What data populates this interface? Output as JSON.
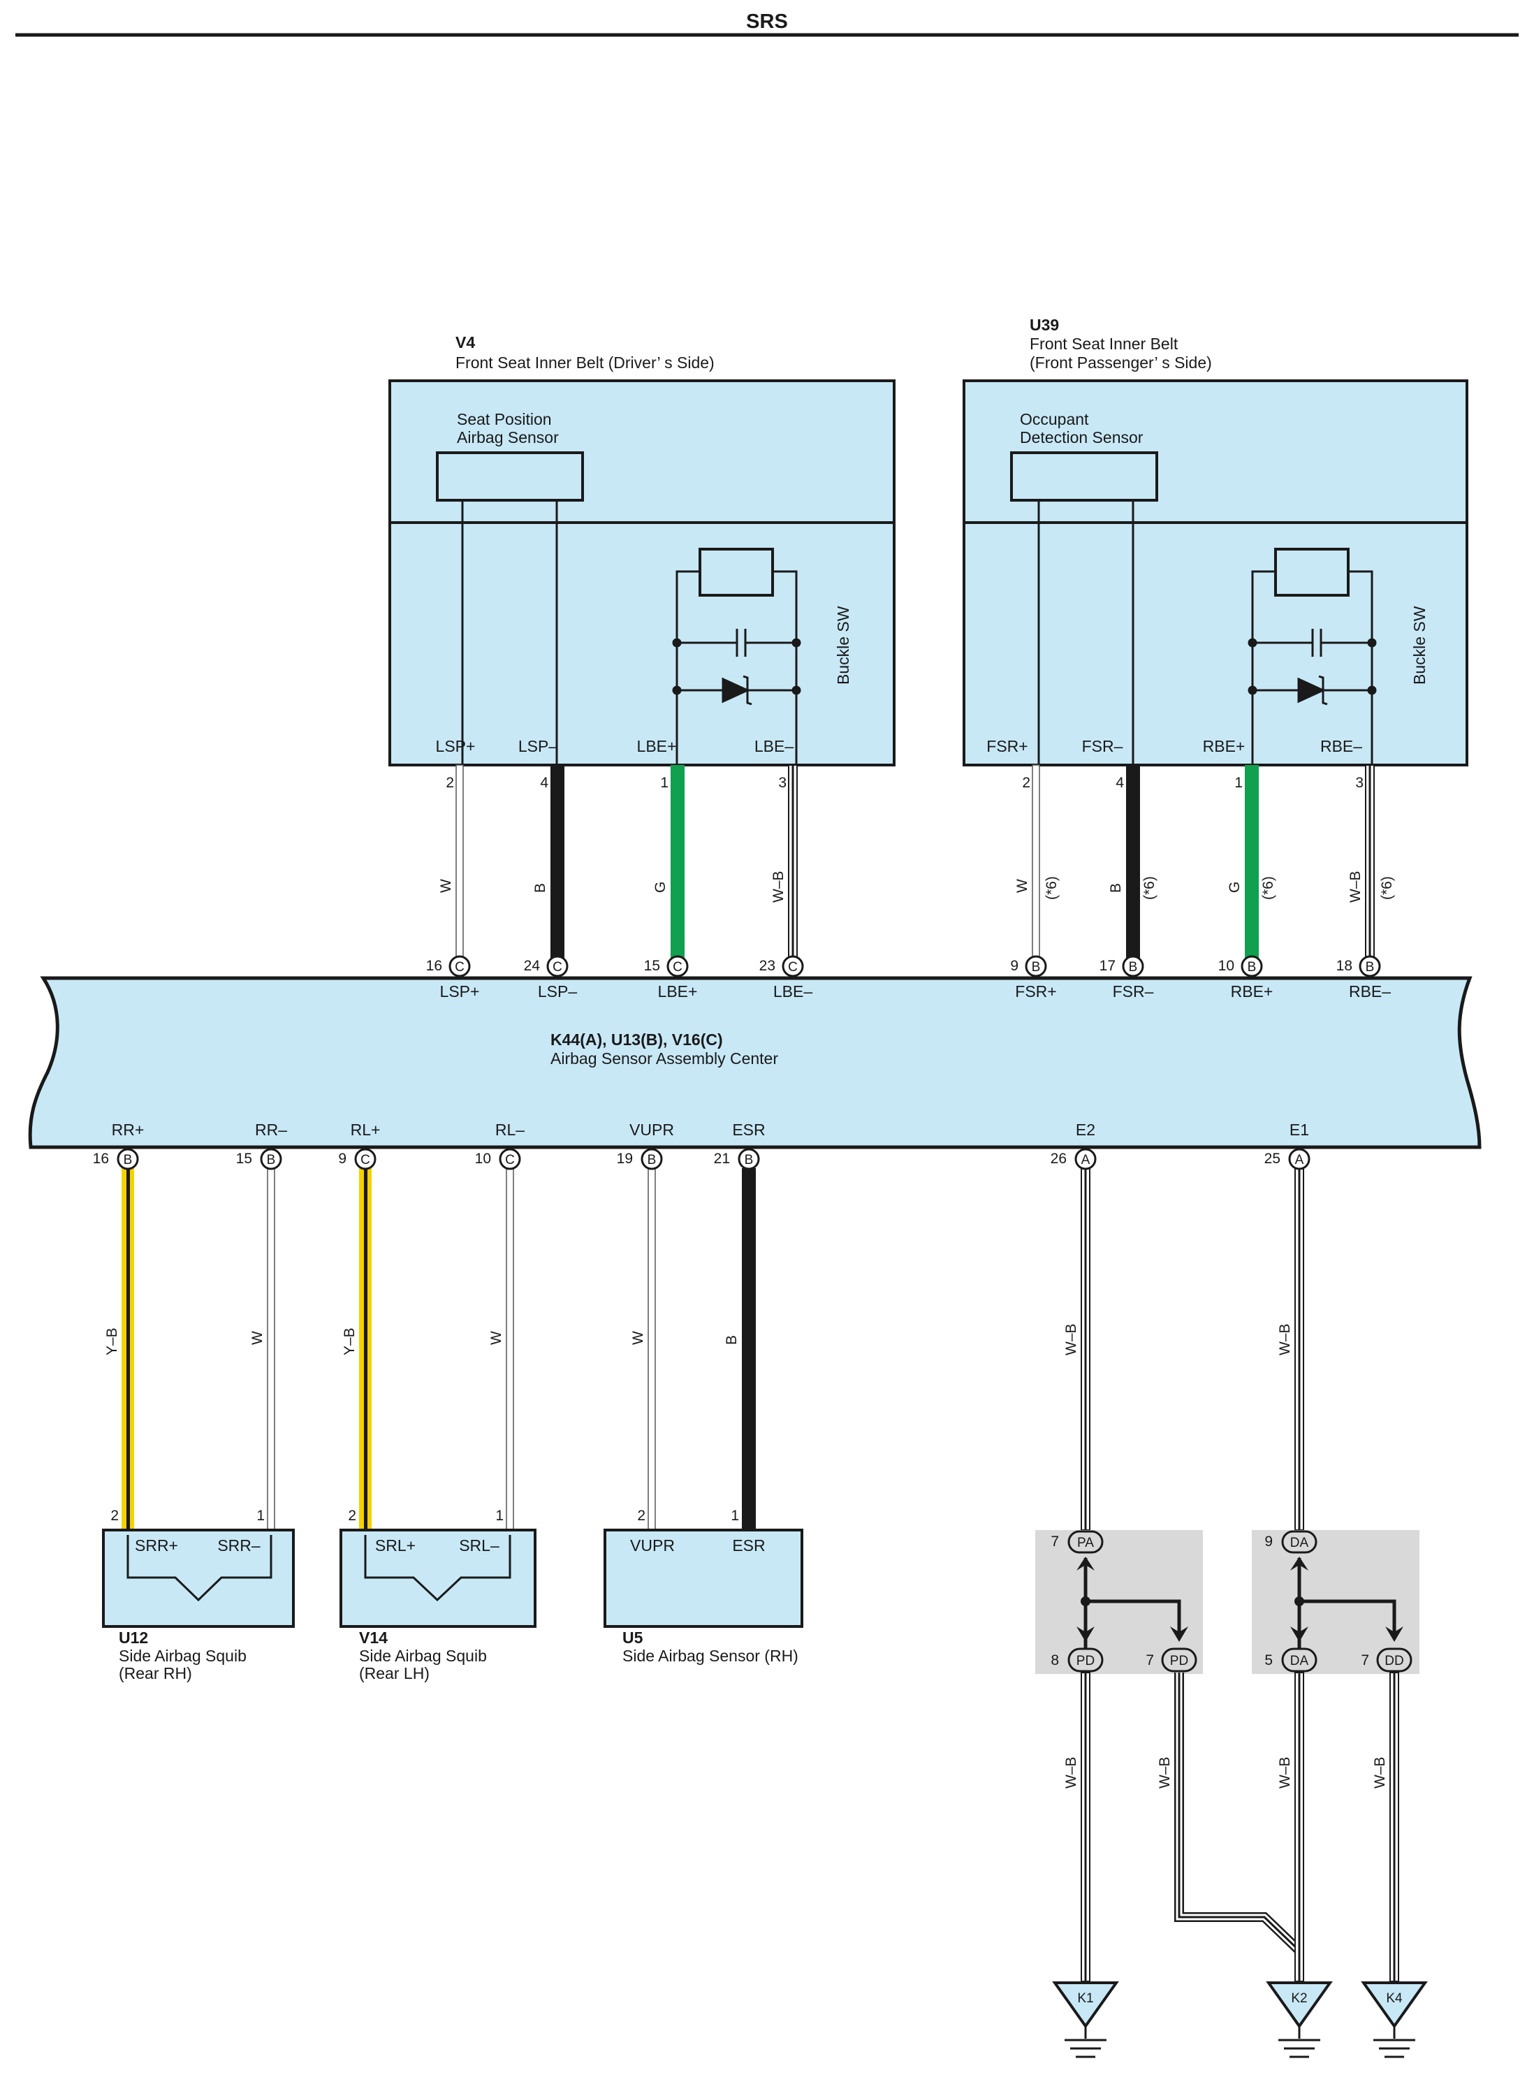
{
  "header": {
    "title": "SRS"
  },
  "components": {
    "v4": {
      "code": "V4",
      "title": "Front Seat Inner Belt (Driver’ s Side)",
      "sensor_line1": "Seat Position",
      "sensor_line2": "Airbag Sensor",
      "switch_label": "Buckle SW",
      "terminals": [
        "LSP+",
        "LSP–",
        "LBE+",
        "LBE–"
      ],
      "pins": [
        "2",
        "4",
        "1",
        "3"
      ]
    },
    "u39": {
      "code": "U39",
      "title_line1": "Front Seat Inner Belt",
      "title_line2": "(Front Passenger’ s Side)",
      "sensor_line1": "Occupant",
      "sensor_line2": "Detection Sensor",
      "switch_label": "Buckle SW",
      "terminals": [
        "FSR+",
        "FSR–",
        "RBE+",
        "RBE–"
      ],
      "pins": [
        "2",
        "4",
        "1",
        "3"
      ],
      "wire_note": "(*6)"
    },
    "ecu": {
      "code": "K44(A), U13(B), V16(C)",
      "name": "Airbag Sensor Assembly Center",
      "top_terminals": [
        {
          "pin": "16",
          "conn": "C",
          "name": "LSP+"
        },
        {
          "pin": "24",
          "conn": "C",
          "name": "LSP–"
        },
        {
          "pin": "15",
          "conn": "C",
          "name": "LBE+"
        },
        {
          "pin": "23",
          "conn": "C",
          "name": "LBE–"
        },
        {
          "pin": "9",
          "conn": "B",
          "name": "FSR+"
        },
        {
          "pin": "17",
          "conn": "B",
          "name": "FSR–"
        },
        {
          "pin": "10",
          "conn": "B",
          "name": "RBE+"
        },
        {
          "pin": "18",
          "conn": "B",
          "name": "RBE–"
        }
      ],
      "bottom_terminals": [
        {
          "pin": "16",
          "conn": "B",
          "name": "RR+"
        },
        {
          "pin": "15",
          "conn": "B",
          "name": "RR–"
        },
        {
          "pin": "9",
          "conn": "C",
          "name": "RL+"
        },
        {
          "pin": "10",
          "conn": "C",
          "name": "RL–"
        },
        {
          "pin": "19",
          "conn": "B",
          "name": "VUPR"
        },
        {
          "pin": "21",
          "conn": "B",
          "name": "ESR"
        },
        {
          "pin": "26",
          "conn": "A",
          "name": "E2"
        },
        {
          "pin": "25",
          "conn": "A",
          "name": "E1"
        }
      ]
    },
    "u12": {
      "code": "U12",
      "name_line1": "Side Airbag Squib",
      "name_line2": "(Rear RH)",
      "terminals": [
        "SRR+",
        "SRR–"
      ],
      "pins": [
        "2",
        "1"
      ]
    },
    "v14": {
      "code": "V14",
      "name_line1": "Side Airbag Squib",
      "name_line2": "(Rear LH)",
      "terminals": [
        "SRL+",
        "SRL–"
      ],
      "pins": [
        "2",
        "1"
      ]
    },
    "u5": {
      "code": "U5",
      "name_line1": "Side Airbag Sensor (RH)",
      "terminals": [
        "VUPR",
        "ESR"
      ],
      "pins": [
        "2",
        "1"
      ]
    }
  },
  "wire_colors": {
    "upper_left": [
      "W",
      "B",
      "G",
      "W–B"
    ],
    "upper_right": [
      "W",
      "B",
      "G",
      "W–B"
    ],
    "lower_left": [
      "Y–B",
      "W",
      "Y–B",
      "W",
      "W",
      "B"
    ],
    "ground_upper": [
      "W–B",
      "W–B"
    ],
    "ground_lower": [
      "W–B",
      "W–B",
      "W–B",
      "W–B"
    ]
  },
  "junctions": {
    "left": {
      "in_pin": "7",
      "in_name": "PA",
      "out": [
        {
          "pin": "8",
          "name": "PD"
        },
        {
          "pin": "7",
          "name": "PD"
        }
      ]
    },
    "right": {
      "in_pin": "9",
      "in_name": "DA",
      "out": [
        {
          "pin": "5",
          "name": "DA"
        },
        {
          "pin": "7",
          "name": "DD"
        }
      ]
    }
  },
  "grounds": [
    "K1",
    "K2",
    "K4"
  ],
  "palette": {
    "panel": "#c8e8f6",
    "line": "#1a1a1a",
    "wire_black": "#1a1a1a",
    "wire_green": "#10a050",
    "wire_yellow": "#f4d200",
    "junction_bg": "#d9d9d9"
  }
}
